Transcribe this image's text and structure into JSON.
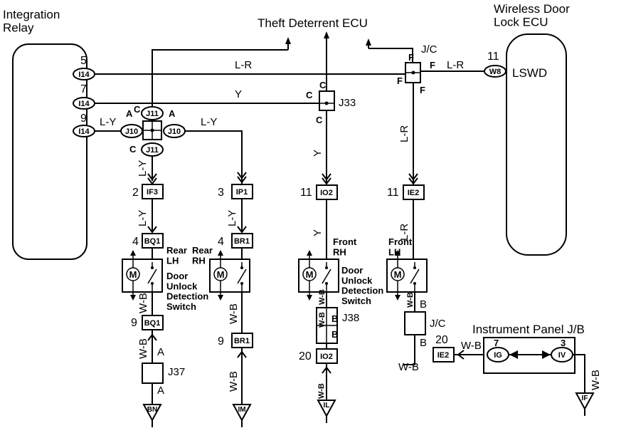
{
  "components": {
    "integration_relay": "Integration\nRelay",
    "theft_ecu": "Theft Deterrent ECU",
    "wireless_ecu": "Wireless Door\nLock ECU",
    "lswd": "LSWD",
    "instrument_panel": "Instrument Panel J/B"
  },
  "relay_pins": [
    {
      "pin": "5",
      "conn": "I14"
    },
    {
      "pin": "7",
      "conn": "I14"
    },
    {
      "pin": "9",
      "conn": "I14"
    }
  ],
  "wire_colors": {
    "lr": "L-R",
    "y": "Y",
    "ly": "L-Y",
    "wb": "W-B"
  },
  "junctions": {
    "jc": "J/C",
    "j33": "J33",
    "j11": "J11",
    "j10": "J10",
    "j37": "J37",
    "j38": "J38",
    "a": "A",
    "c": "C",
    "f": "F",
    "b": "B"
  },
  "connectors": {
    "w8": "W8",
    "if3": "IF3",
    "ip1": "IP1",
    "io2": "IO2",
    "ie2": "IE2",
    "bq1": "BQ1",
    "br1": "BR1",
    "ig": "IG",
    "iv": "IV"
  },
  "pins": {
    "p11": "11",
    "p2": "2",
    "p3": "3",
    "p4": "4",
    "p9": "9",
    "p20": "20",
    "p7": "7",
    "p3b": "3"
  },
  "door_labels": {
    "rear_lh": "Rear\nLH",
    "rear_rh": "Rear\nRH",
    "front_rh": "Front\nRH",
    "front_lh": "Front\nLH",
    "switch": "Door\nUnlock\nDetection\nSwitch"
  },
  "grounds": [
    "BN",
    "IM",
    "IL",
    "IF"
  ]
}
